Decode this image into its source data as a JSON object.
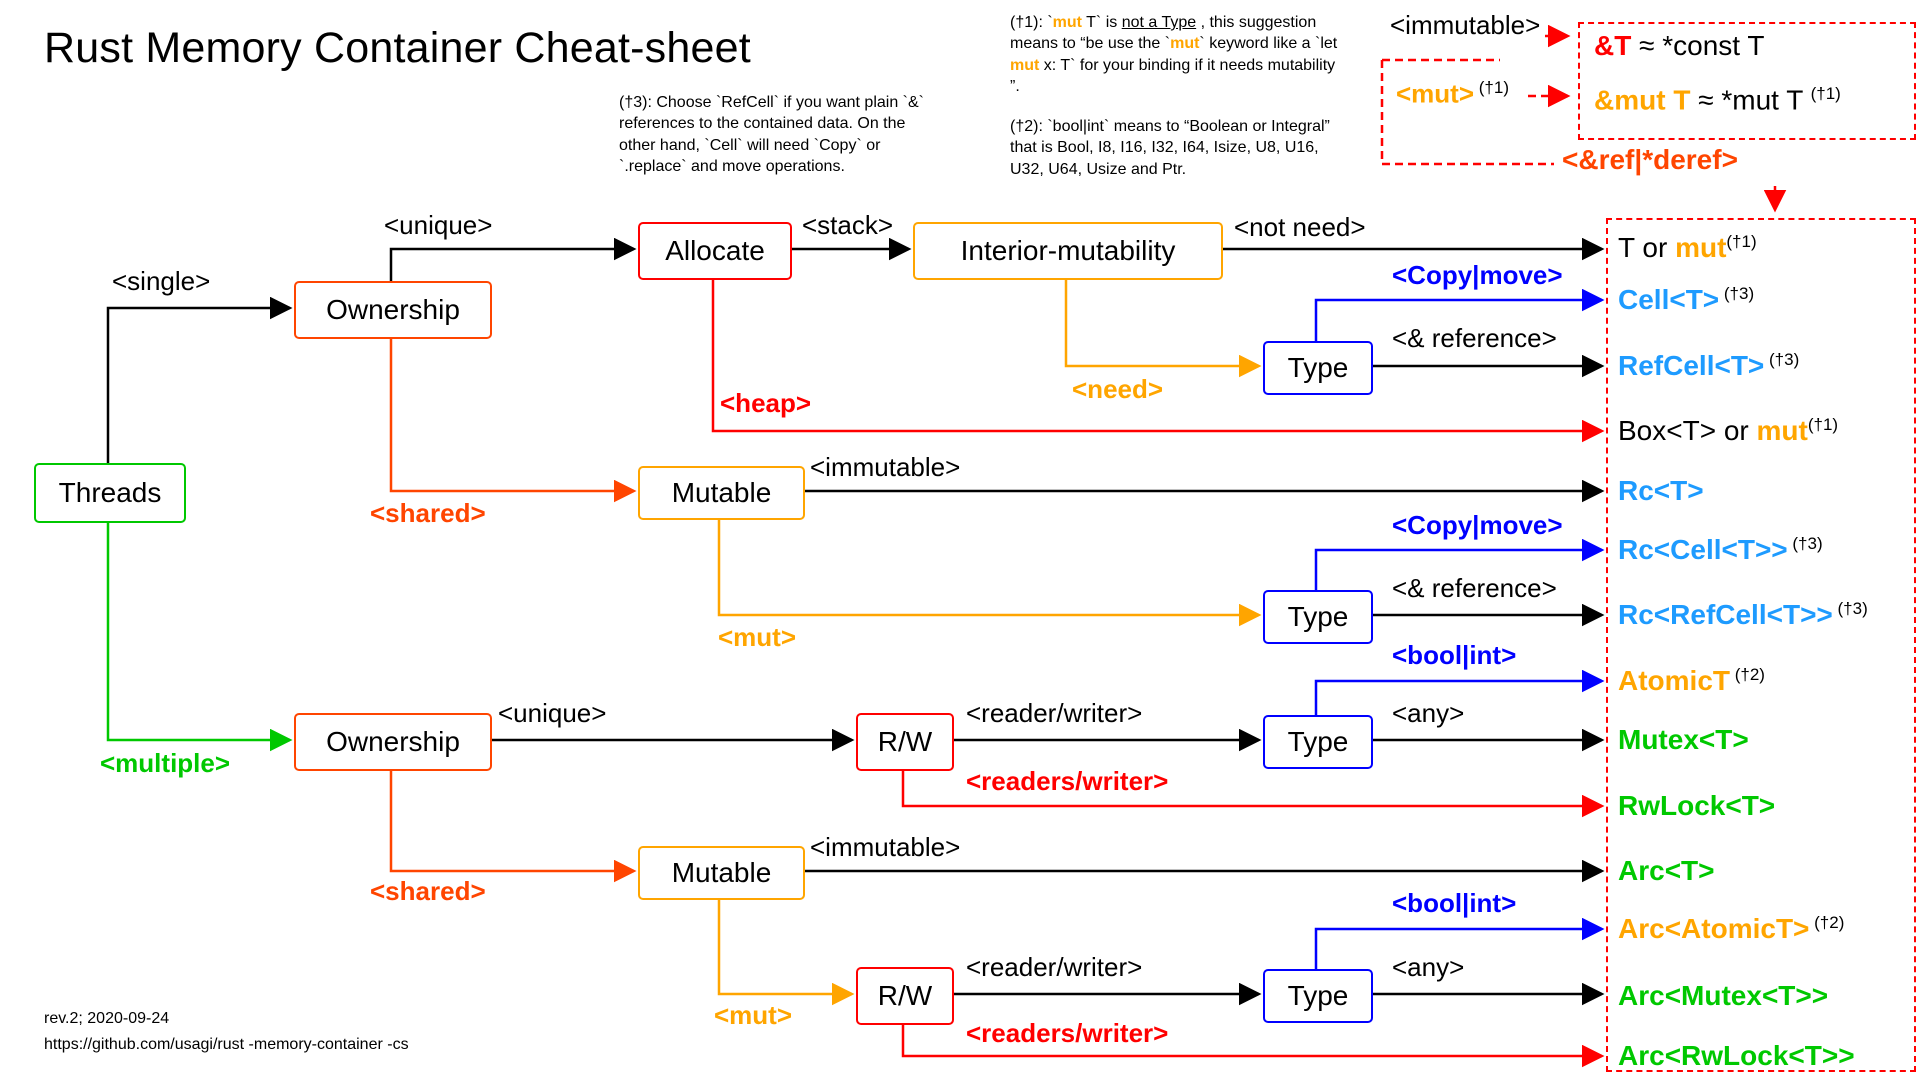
{
  "title": "Rust Memory Container Cheat-sheet",
  "palette": {
    "green": "#00c800",
    "red": "#ff0000",
    "orange_red": "#ff4500",
    "orange": "#ffa500",
    "blue": "#0000ff",
    "light_blue": "#1e9bff",
    "black": "#000000",
    "background": "#ffffff"
  },
  "notes": {
    "n1": {
      "p1": "(†1): `",
      "p2": "mut",
      "p3": " T` is ",
      "p4": "not a Type",
      "p5": " , this suggestion means to “be use the `",
      "p6": "mut",
      "p7": "` keyword like a `let ",
      "p8": "mut",
      "p9": " x: T` for your binding if it needs mutability ”."
    },
    "n2": "(†2): `bool|int` means to “Boolean or Integral” that is Bool, I8, I16, I32, I64, Isize, U8, U16, U32, U64,  Usize and Ptr.",
    "n3": "(†3): Choose `RefCell` if you want plain `&` references to the contained data. On the other hand, `Cell` will need `Copy` or `.replace` and move operations."
  },
  "legend": {
    "immutable_label": "<immutable>",
    "mut_label": "<mut>",
    "mut_sup": " (†1)",
    "ref_deref": "<&ref|*deref>",
    "formula1": {
      "lhs": "&T",
      "rhs": " ≈ *const T"
    },
    "formula2": {
      "lhs": "&mut T",
      "rhs": " ≈ *mut T ",
      "sup": "(†1)"
    }
  },
  "nodes": {
    "threads": "Threads",
    "ownership1": "Ownership",
    "allocate": "Allocate",
    "interior": "Interior-mutability",
    "type1": "Type",
    "mutable1": "Mutable",
    "type2": "Type",
    "ownership2": "Ownership",
    "rw1": "R/W",
    "type3": "Type",
    "mutable2": "Mutable",
    "rw2": "R/W",
    "type4": "Type"
  },
  "edge_labels": {
    "single": "<single>",
    "unique1": "<unique>",
    "stack": "<stack>",
    "not_need": "<not need>",
    "copy_move1": "<Copy|move>",
    "reference1": "<& reference>",
    "need": "<need>",
    "heap": "<heap>",
    "shared1": "<shared>",
    "immutable1": "<immutable>",
    "mut1": "<mut>",
    "copy_move2": "<Copy|move>",
    "reference2": "<& reference>",
    "multiple": "<multiple>",
    "unique2": "<unique>",
    "reader_writer1": "<reader/writer>",
    "bool_int1": "<bool|int>",
    "any1": "<any>",
    "readers_writer1": "<readers/writer>",
    "shared2": "<shared>",
    "immutable2": "<immutable>",
    "mut2": "<mut>",
    "reader_writer2": "<reader/writer>",
    "bool_int2": "<bool|int>",
    "any2": "<any>",
    "readers_writer2": "<readers/writer>"
  },
  "results": {
    "r1": {
      "a": "T or ",
      "b": "mut",
      "sup": "(†1)"
    },
    "r2": {
      "a": "Cell<T>",
      "sup": " (†3)"
    },
    "r3": {
      "a": "RefCell<T>",
      "sup": " (†3)"
    },
    "r4": {
      "a": "Box<T> or ",
      "b": "mut",
      "sup": "(†1)"
    },
    "r5": {
      "a": "Rc<T>"
    },
    "r6": {
      "a": "Rc<Cell<T>>",
      "sup": " (†3)"
    },
    "r7": {
      "a": "Rc<RefCell<T>>",
      "sup": " (†3)"
    },
    "r8": {
      "a": "AtomicT",
      "sup": " (†2)"
    },
    "r9": {
      "a": "Mutex<T>"
    },
    "r10": {
      "a": "RwLock<T>"
    },
    "r11": {
      "a": "Arc<T>"
    },
    "r12": {
      "a": "Arc<AtomicT>",
      "sup": " (†2)"
    },
    "r13": {
      "a": "Arc<Mutex<T>>"
    },
    "r14": {
      "a": "Arc<RwLock<T>>"
    }
  },
  "footer": {
    "rev": "rev.2; 2020-09-24",
    "url": "https://github.com/usagi/rust -memory-container -cs"
  }
}
